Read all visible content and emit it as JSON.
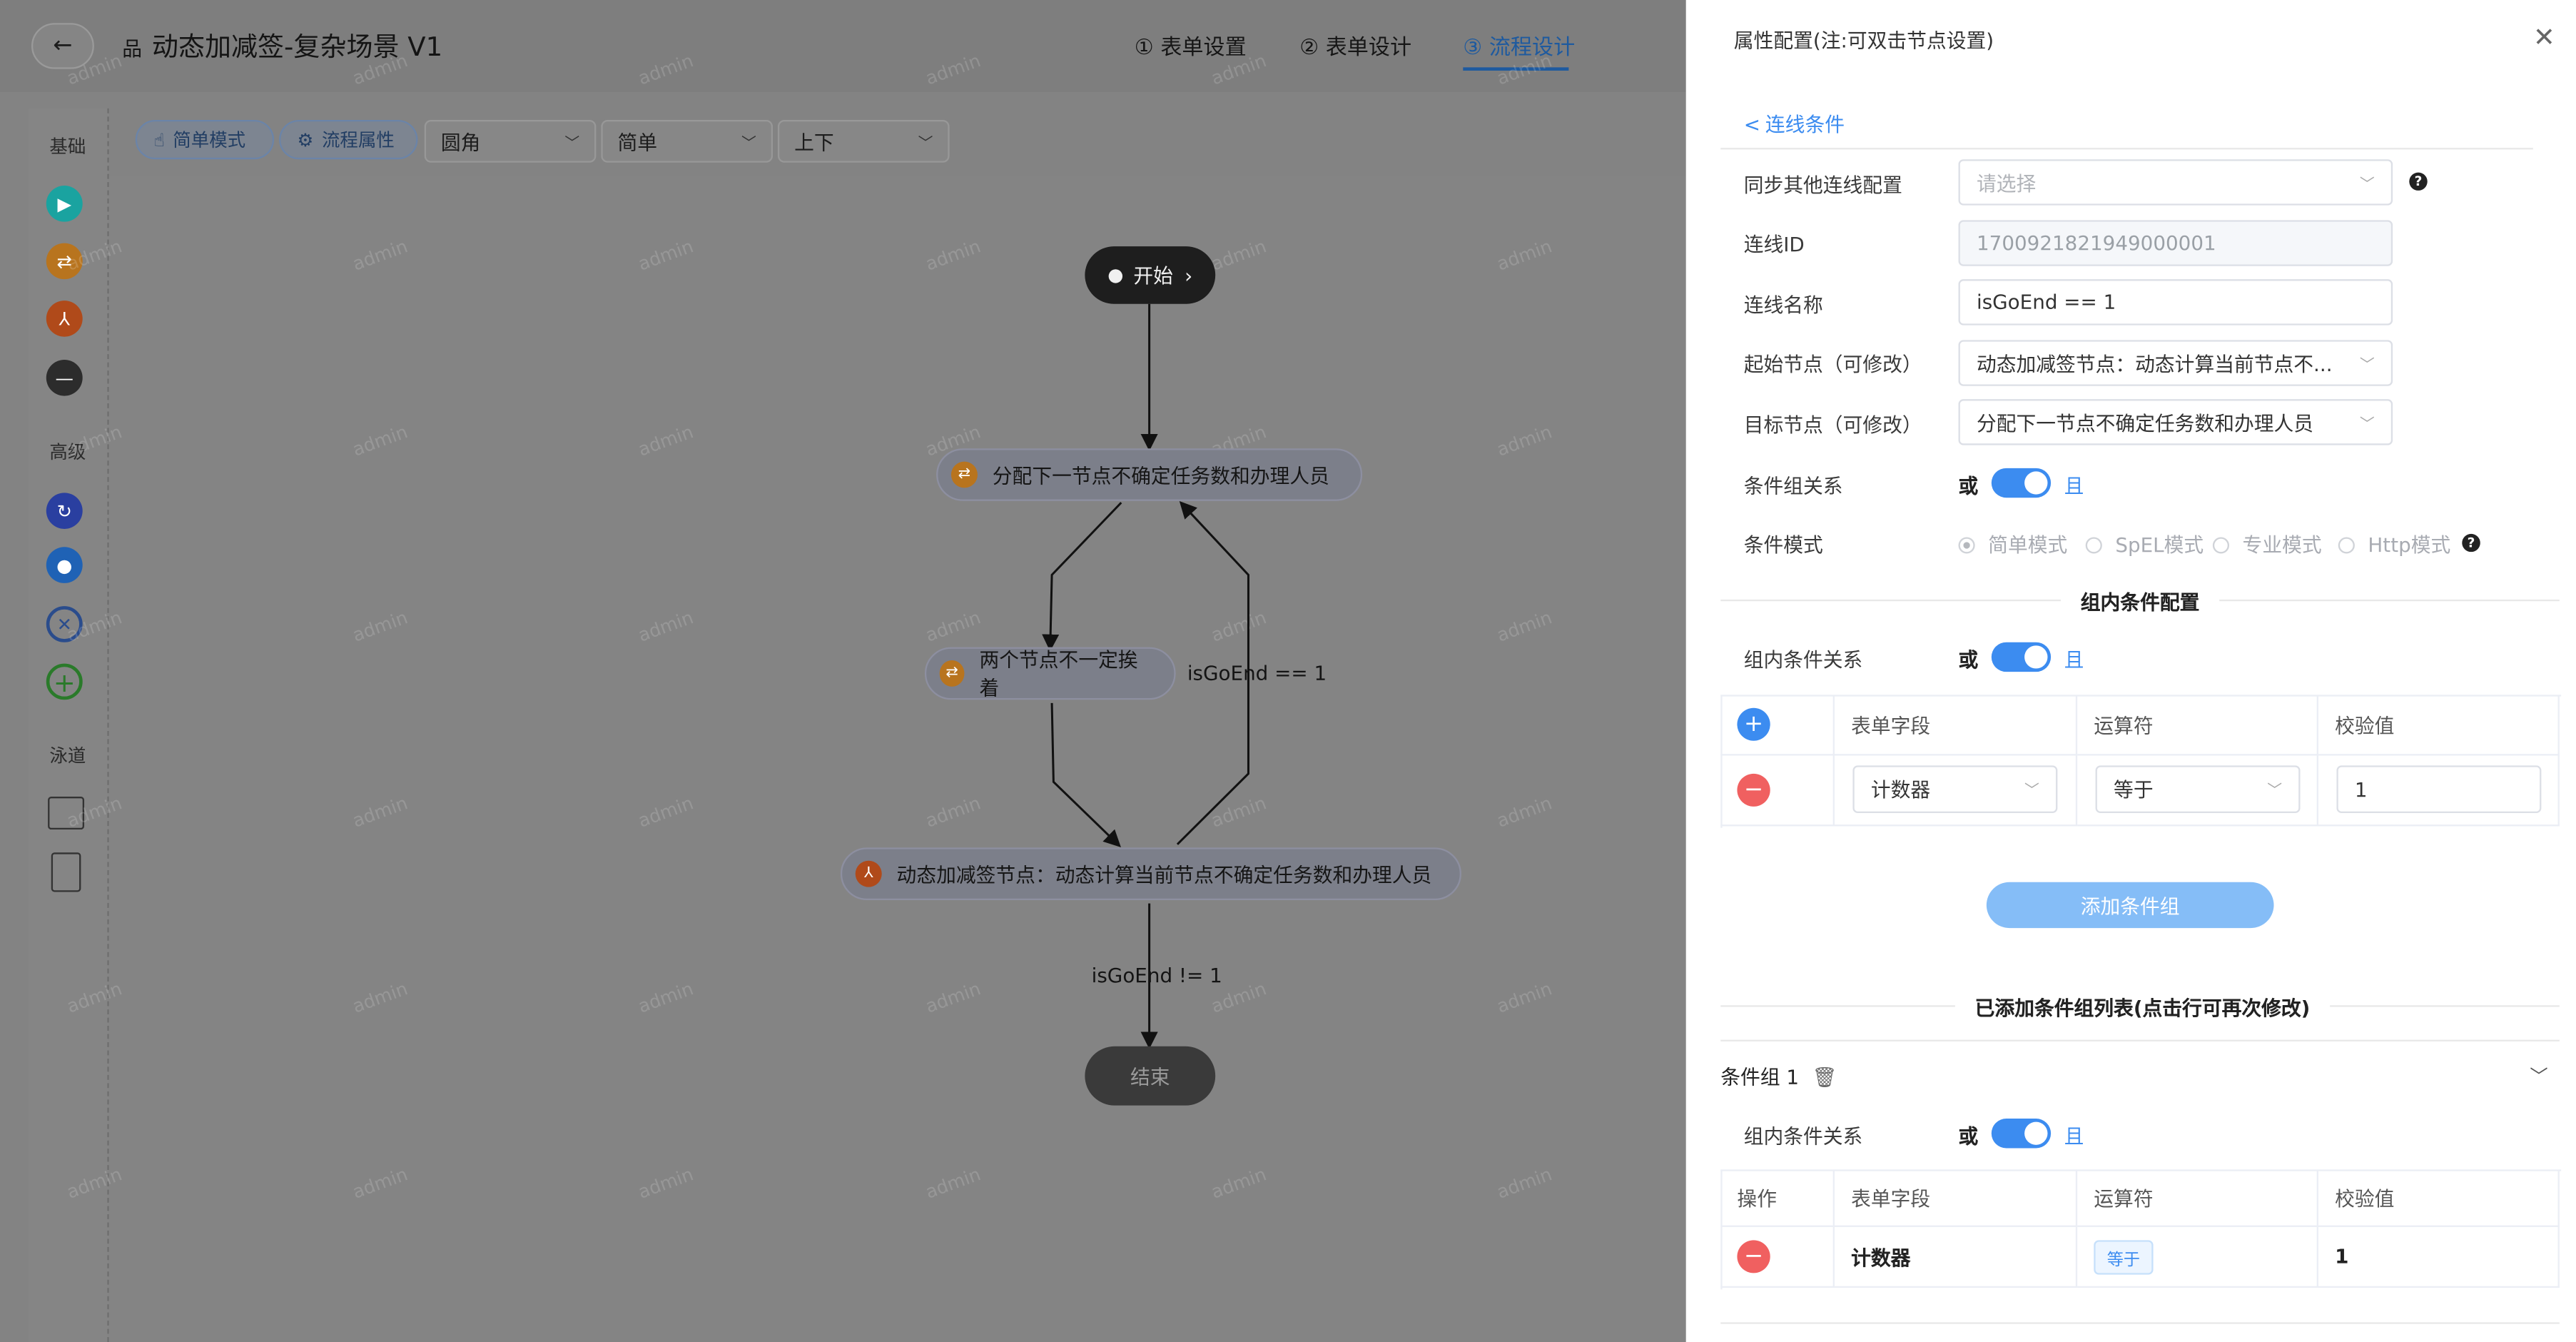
{
  "header": {
    "back_icon": "arrow-left-icon",
    "title_icon": "flow-chart-icon",
    "title": "动态加减签-复杂场景 V1",
    "tabs": [
      {
        "label": "① 表单设置",
        "active": false
      },
      {
        "label": "② 表单设计",
        "active": false
      },
      {
        "label": "③ 流程设计",
        "active": true
      }
    ]
  },
  "toolbar": {
    "simple_mode": "简单模式",
    "flow_props": "流程属性",
    "selects": [
      "圆角",
      "简单",
      "上下"
    ]
  },
  "palette": {
    "group_basic": "基础",
    "group_advanced": "高级",
    "group_lane": "泳道",
    "basic_icons": [
      "play-icon",
      "user-task-icon",
      "multi-sign-icon",
      "end-icon"
    ],
    "advanced_icons": [
      "subprocess-icon",
      "user-icon",
      "exclusive-gateway-icon",
      "parallel-gateway-icon"
    ],
    "lane_icons": [
      "lane-horizontal-icon",
      "lane-vertical-icon"
    ]
  },
  "canvas": {
    "watermark": "admin",
    "nodes": {
      "start": "开始",
      "assign": "分配下一节点不确定任务数和办理人员",
      "mid": "两个节点不一定挨着",
      "dynamic": "动态加减签节点：动态计算当前节点不确定任务数和办理人员",
      "end": "结束"
    },
    "edges": {
      "back_label": "isGoEnd == 1",
      "down_label": "isGoEnd != 1"
    }
  },
  "panel": {
    "title": "属性配置(注:可双击节点设置)",
    "close_icon": "close-icon",
    "section_tab": "连线条件",
    "sync_label": "同步其他连线配置",
    "sync_placeholder": "请选择",
    "id_label": "连线ID",
    "id_value": "1700921821949000001",
    "name_label": "连线名称",
    "name_value": "isGoEnd == 1",
    "source_label": "起始节点（可修改）",
    "source_value": "动态加减签节点：动态计算当前节点不...",
    "target_label": "目标节点（可修改）",
    "target_value": "分配下一节点不确定任务数和办理人员",
    "group_rel_label": "条件组关系",
    "or": "或",
    "and": "且",
    "mode_label": "条件模式",
    "modes": [
      "简单模式",
      "SpEL模式",
      "专业模式",
      "Http模式"
    ],
    "inner_section": "组内条件配置",
    "inner_rel_label": "组内条件关系",
    "table_headers": [
      "表单字段",
      "运算符",
      "校验值"
    ],
    "row_field": "计数器",
    "row_op": "等于",
    "row_value": "1",
    "add_group": "添加条件组",
    "list_section": "已添加条件组列表(点击行可再次修改)",
    "group1_title": "条件组 1",
    "group1_rel_label": "组内条件关系",
    "list_headers": [
      "操作",
      "表单字段",
      "运算符",
      "校验值"
    ],
    "list_field": "计数器",
    "list_op": "等于",
    "list_value": "1"
  },
  "colors": {
    "accent": "#3c8cf0",
    "danger": "#f06060",
    "overlay": "#838383"
  }
}
